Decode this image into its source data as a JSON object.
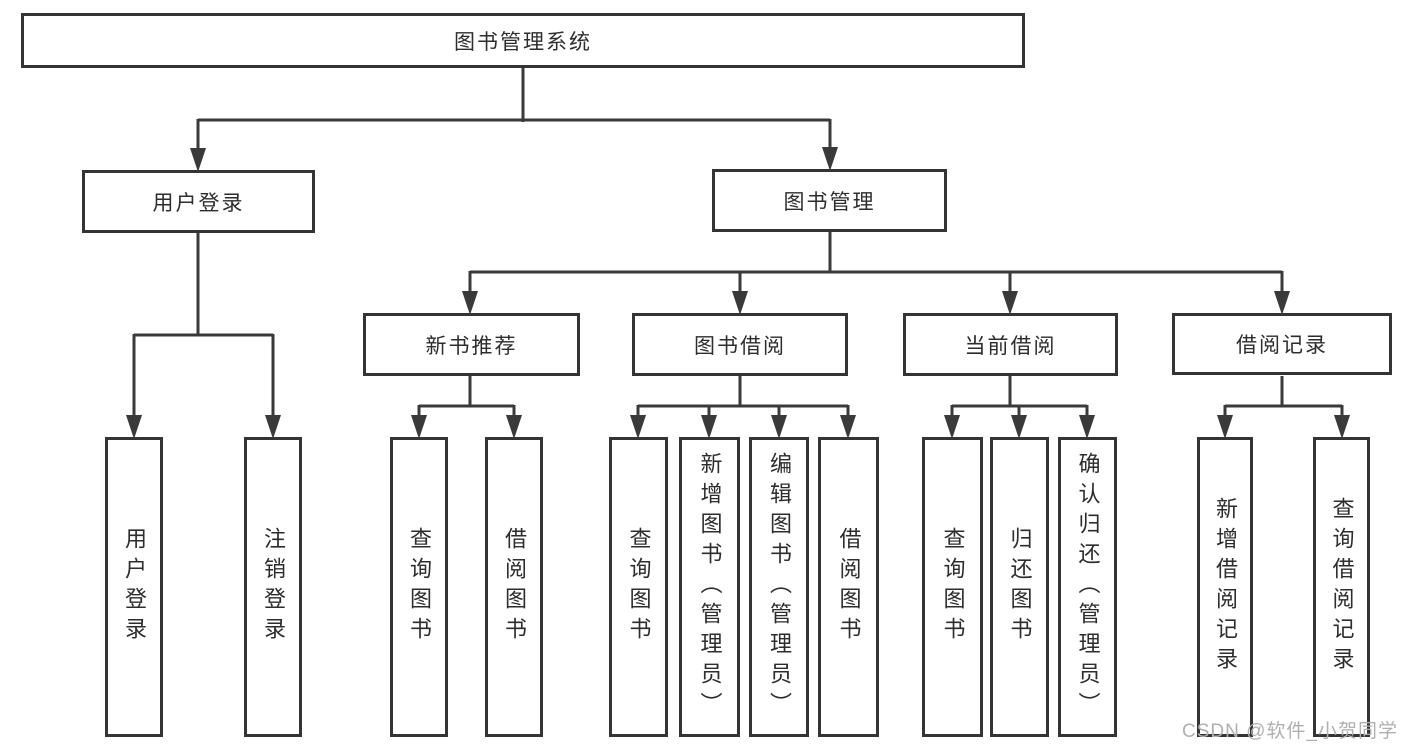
{
  "colors": {
    "canvas-bg": "#ffffff",
    "box-bg": "#ffffff",
    "box-border": "#343434",
    "line": "#3a3a3a",
    "text": "#2d2d2d",
    "watermark": "#b0b0b0"
  },
  "tree": {
    "label": "图书管理系统",
    "children": [
      {
        "label": "用户登录",
        "children": [
          {
            "label": "用户登录"
          },
          {
            "label": "注销登录"
          }
        ]
      },
      {
        "label": "图书管理",
        "children": [
          {
            "label": "新书推荐",
            "children": [
              {
                "label": "查询图书"
              },
              {
                "label": "借阅图书"
              }
            ]
          },
          {
            "label": "图书借阅",
            "children": [
              {
                "label": "查询图书"
              },
              {
                "label": "新增图书（管理员）"
              },
              {
                "label": "编辑图书（管理员）"
              },
              {
                "label": "借阅图书"
              }
            ]
          },
          {
            "label": "当前借阅",
            "children": [
              {
                "label": "查询图书"
              },
              {
                "label": "归还图书"
              },
              {
                "label": "确认归还（管理员）"
              }
            ]
          },
          {
            "label": "借阅记录",
            "children": [
              {
                "label": "新增借阅记录"
              },
              {
                "label": "查询借阅记录"
              }
            ]
          }
        ]
      }
    ]
  },
  "watermark": {
    "text": "CSDN @软件_小贺同学"
  }
}
